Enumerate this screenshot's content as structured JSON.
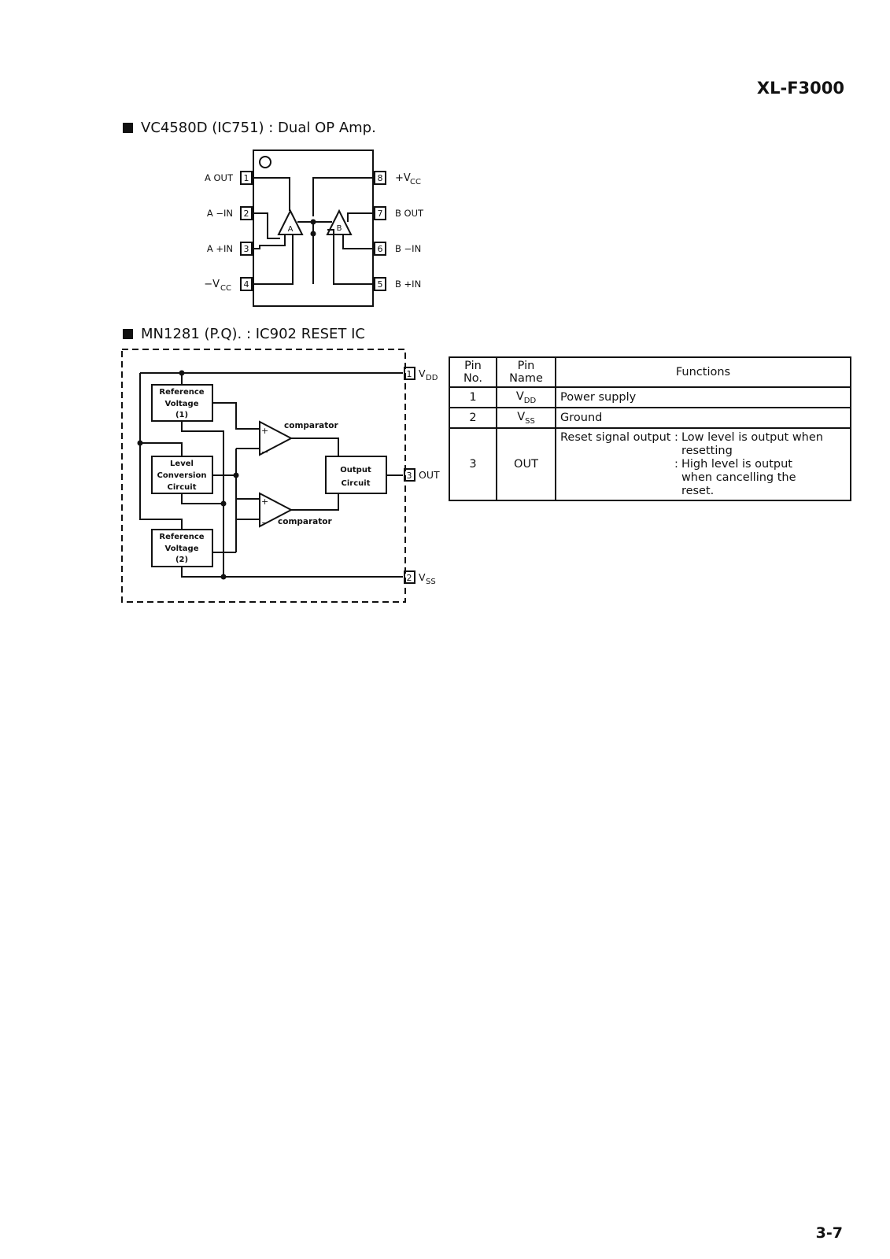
{
  "header": {
    "model": "XL-F3000"
  },
  "footer": {
    "page": "3-7"
  },
  "opamp": {
    "title": "VC4580D (IC751) : Dual OP Amp.",
    "pins_left": [
      "A OUT",
      "A −IN",
      "A +IN",
      "−V"
    ],
    "pins_left_sub": [
      "",
      "",
      "",
      "CC"
    ],
    "pins_left_num": [
      "1",
      "2",
      "3",
      "4"
    ],
    "pins_right": [
      "+V",
      "B OUT",
      "B −IN",
      "B +IN"
    ],
    "pins_right_sub": [
      "CC",
      "",
      "",
      ""
    ],
    "pins_right_num": [
      "8",
      "7",
      "6",
      "5"
    ],
    "amp_a": "A",
    "amp_b": "B"
  },
  "reset_ic": {
    "title": "MN1281 (P.Q). : IC902  RESET   IC",
    "blocks": {
      "ref1": [
        "Reference",
        "Voltage",
        "(1)"
      ],
      "level": [
        "Level",
        "Conversion",
        "Circuit"
      ],
      "ref2": [
        "Reference",
        "Voltage",
        "(2)"
      ],
      "output": [
        "Output",
        "Circuit"
      ]
    },
    "comparator_label": "comparator",
    "plus": "+",
    "minus": "−",
    "pins": {
      "vdd_num": "1",
      "vdd": "V",
      "vdd_sub": "DD",
      "out_num": "3",
      "out": "OUT",
      "vss_num": "2",
      "vss": "V",
      "vss_sub": "SS"
    }
  },
  "pin_table": {
    "headers": [
      "Pin No.",
      "Pin Name",
      "Functions"
    ],
    "rows": [
      {
        "no": "1",
        "name": "V",
        "name_sub": "DD",
        "func": "Power supply"
      },
      {
        "no": "2",
        "name": "V",
        "name_sub": "SS",
        "func": "Ground"
      },
      {
        "no": "3",
        "name": "OUT",
        "name_sub": "",
        "func_lines": [
          [
            "Reset signal output :",
            "Low level is output when"
          ],
          [
            "",
            "resetting"
          ],
          [
            ":",
            "High level is output"
          ],
          [
            "",
            "when cancelling the"
          ],
          [
            "",
            "reset."
          ]
        ]
      }
    ]
  }
}
